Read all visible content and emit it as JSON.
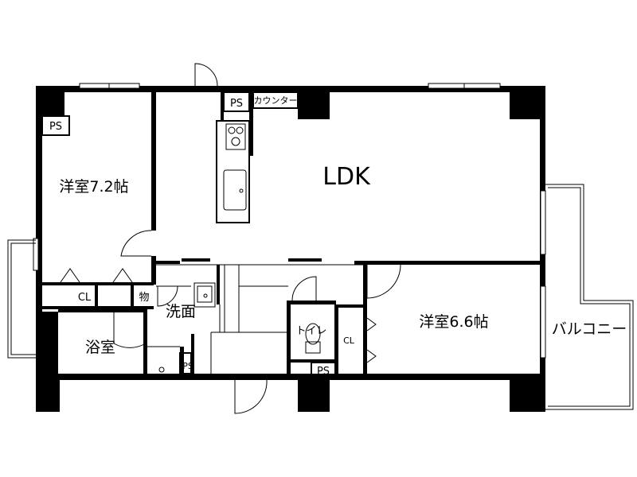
{
  "rooms": {
    "ldk": "LDK",
    "western_room_1": "洋室7.2帖",
    "western_room_2": "洋室6.6帖",
    "bathroom": "浴室",
    "washroom": "洗面",
    "toilet": "トイレ",
    "balcony": "バルコニー",
    "storage": "物"
  },
  "fixtures": {
    "counter": "カウンター",
    "ps_top": "PS",
    "ps_left": "PS",
    "ps_wash": "PS",
    "ps_toilet": "PS",
    "cl_left": "CL",
    "cl_right": "CL"
  },
  "icons": [
    "stove-icon",
    "sink-icon",
    "toilet-icon",
    "washbasin-icon",
    "door-swing-icon"
  ]
}
